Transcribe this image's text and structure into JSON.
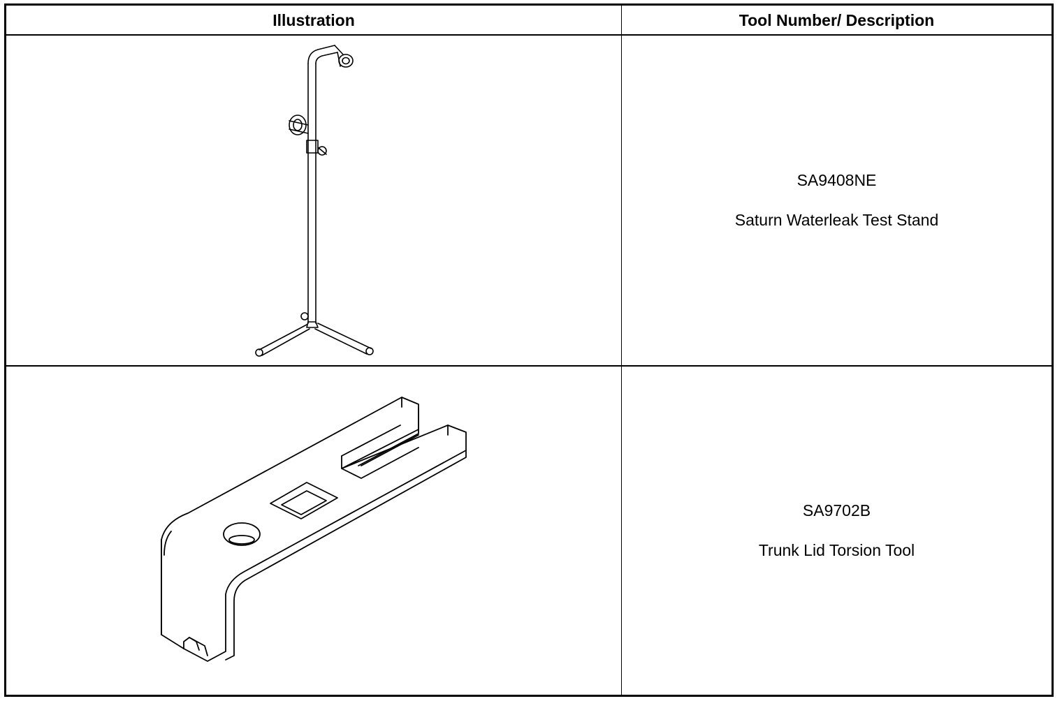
{
  "table": {
    "headers": {
      "illustration": "Illustration",
      "tool": "Tool Number/ Description"
    },
    "rows": [
      {
        "illustration_icon": "waterleak-test-stand-drawing",
        "tool_number": "SA9408NE",
        "description": "Saturn Waterleak Test Stand"
      },
      {
        "illustration_icon": "trunk-lid-torsion-tool-drawing",
        "tool_number": "SA9702B",
        "description": "Trunk Lid Torsion Tool"
      }
    ]
  }
}
